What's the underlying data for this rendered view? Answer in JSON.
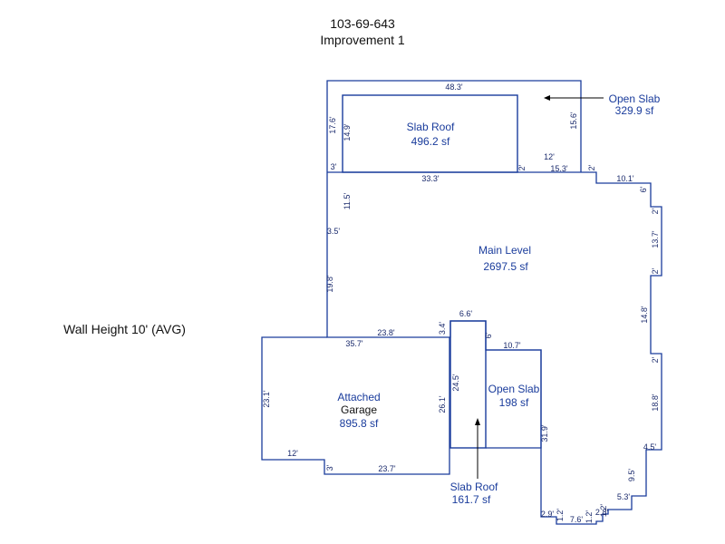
{
  "header": {
    "parcel": "103-69-643",
    "improvement": "Improvement 1"
  },
  "wall_height": "Wall Height 10' (AVG)",
  "areas": {
    "open_slab_top": {
      "name": "Open Slab",
      "value": "329.9 sf"
    },
    "slab_roof_top": {
      "name": "Slab Roof",
      "value": "496.2 sf"
    },
    "main_level": {
      "name": "Main Level",
      "value": "2697.5 sf"
    },
    "garage": {
      "name1": "Attached",
      "name2": "Garage",
      "value": "895.8 sf"
    },
    "open_slab_mid": {
      "name": "Open Slab",
      "value": "198 sf"
    },
    "slab_roof_bottom": {
      "name": "Slab Roof",
      "value": "161.7 sf"
    }
  },
  "dimensions": {
    "d_48_3": "48.3'",
    "d_17_6": "17.6'",
    "d_14_9": "14.9'",
    "d_15_6": "15.6'",
    "d_3_top": "3'",
    "d_33_3": "33.3'",
    "d_2_a": "2'",
    "d_12_top": "12'",
    "d_15_3": "15.3'",
    "d_2_b": "2'",
    "d_10_1": "10.1'",
    "d_6_a": "6'",
    "d_2_c": "2'",
    "d_13_7": "13.7'",
    "d_2_d": "2'",
    "d_14_8": "14.8'",
    "d_2_e": "2'",
    "d_18_8": "18.8'",
    "d_4_5": "4.5'",
    "d_9_5": "9.5'",
    "d_5_3": "5.3'",
    "d_2_8": "2.8'",
    "d_1_2_a": "1.2'",
    "d_1_2_b": "1.2'",
    "d_7_6": "7.6'",
    "d_1_2_c": "1.2'",
    "d_2_9": "2.9'",
    "d_31_9": "31.9'",
    "d_10_7": "10.7'",
    "d_6_b": "6'",
    "d_6_6": "6.6'",
    "d_3_4": "3.4'",
    "d_24_5": "24.5'",
    "d_26_1": "26.1'",
    "d_23_8": "23.8'",
    "d_35_7": "35.7'",
    "d_23_1": "23.1'",
    "d_12_bottom": "12'",
    "d_3_bottom": "3'",
    "d_23_7": "23.7'",
    "d_11_5": "11.5'",
    "d_3_5": "3.5'",
    "d_19_8": "19.8'"
  }
}
